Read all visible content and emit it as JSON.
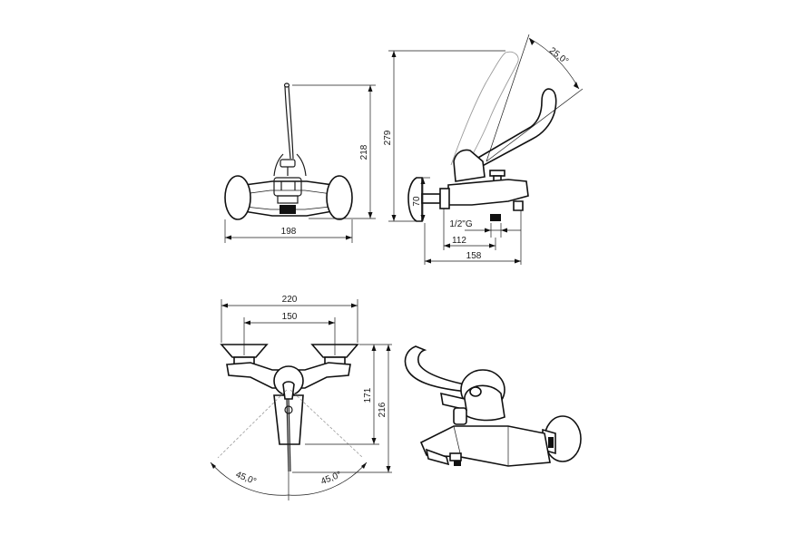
{
  "dimensions": {
    "front_height": "218",
    "front_width": "198",
    "side_total_height": "279",
    "side_body_height": "70",
    "lever_angle": "25,0°",
    "thread": "1/2\"G",
    "side_depth_inner": "112",
    "side_depth_total": "158",
    "top_width": "220",
    "top_centers": "150",
    "top_depth_inner": "171",
    "top_depth_total": "216",
    "swing_left": "45,0°",
    "swing_right": "45,0°"
  }
}
